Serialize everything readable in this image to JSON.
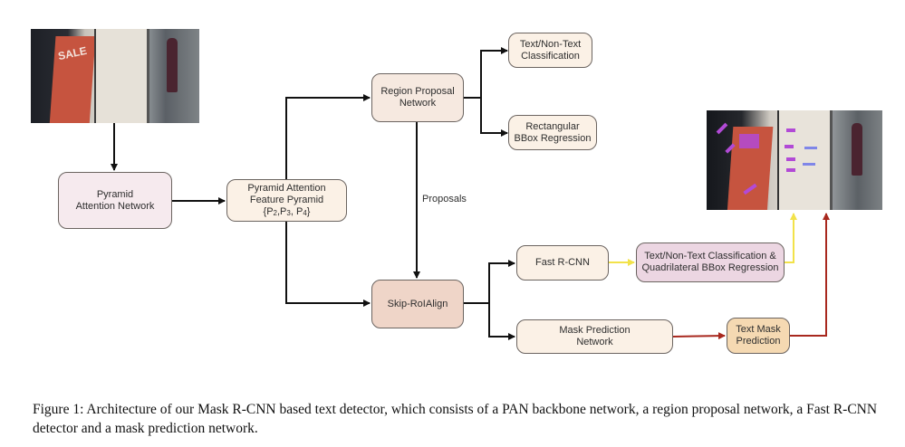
{
  "figure": {
    "input_image": {
      "description": "store interior with SALE sign and floor directory pillar",
      "sign_text": "SALE"
    },
    "output_image": {
      "description": "same scene with detected text regions highlighted in magenta"
    },
    "nodes": {
      "pan": "Pyramid\nAttention Network",
      "feature_pyramid": {
        "line1": "Pyramid Attention",
        "line2": "Feature Pyramid",
        "line3_prefix": "{P",
        "s2": "2",
        "mid1": ",P",
        "s3": "3",
        "mid2": ", P",
        "s4": "4",
        "line3_suffix": "}"
      },
      "rpn": "Region Proposal\nNetwork",
      "rpn_cls": "Text/Non-Text\nClassification",
      "rpn_reg": "Rectangular\nBBox Regression",
      "skip_roialign": "Skip-RoIAlign",
      "fast_rcnn": "Fast R-CNN",
      "fast_out": "Text/Non-Text Classification &\nQuadrilateral BBox Regression",
      "mask_net": "Mask Prediction\nNetwork",
      "mask_out": "Text Mask\nPrediction"
    },
    "edge_labels": {
      "proposals": "Proposals"
    },
    "colors": {
      "arrow_default": "#111111",
      "arrow_box": "#f2e24a",
      "arrow_mask": "#a8281e"
    }
  },
  "caption": "Figure 1: Architecture of our Mask R-CNN based text detector, which consists of a PAN backbone network, a region proposal network, a Fast R-CNN detector and a mask prediction network."
}
